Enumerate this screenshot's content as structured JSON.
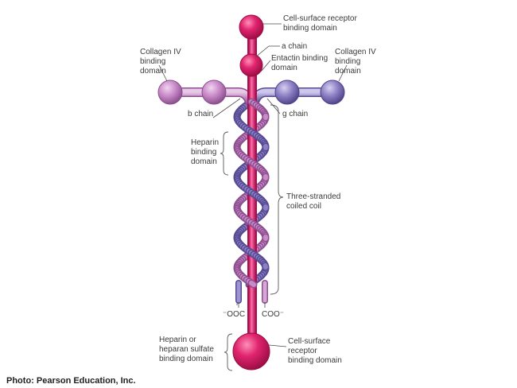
{
  "figure": {
    "domains": {
      "cell_surface_top": [
        "Cell-surface receptor",
        "binding domain"
      ],
      "entactin": [
        "Entactin binding",
        "domain"
      ],
      "collagen_left": [
        "Collagen IV",
        "binding",
        "domain"
      ],
      "collagen_right": [
        "Collagen IV",
        "binding",
        "domain"
      ],
      "heparin": [
        "Heparin",
        "binding",
        "domain"
      ],
      "heparan_sulfate": [
        "Heparin or",
        "heparan sulfate",
        "binding domain"
      ],
      "cell_surface_bottom": [
        "Cell-surface",
        "receptor",
        "binding domain"
      ]
    },
    "chains": {
      "a_greek": "a",
      "a_suffix": " chain",
      "b_greek": "b",
      "b_suffix": " chain",
      "g_greek": "g",
      "g_suffix": " chain"
    },
    "coil": [
      "Three-stranded",
      "coiled coil"
    ],
    "termini": {
      "n_left": "⁻OOC",
      "c_right": "COO⁻"
    },
    "credit": "Photo: Pearson Education, Inc.",
    "colors": {
      "alpha": "#e0246e",
      "alpha_dark": "#a8104c",
      "beta": "#c98ac8",
      "beta_dark": "#8e4f90",
      "gamma": "#8d7fc4",
      "gamma_dark": "#564a92"
    }
  }
}
